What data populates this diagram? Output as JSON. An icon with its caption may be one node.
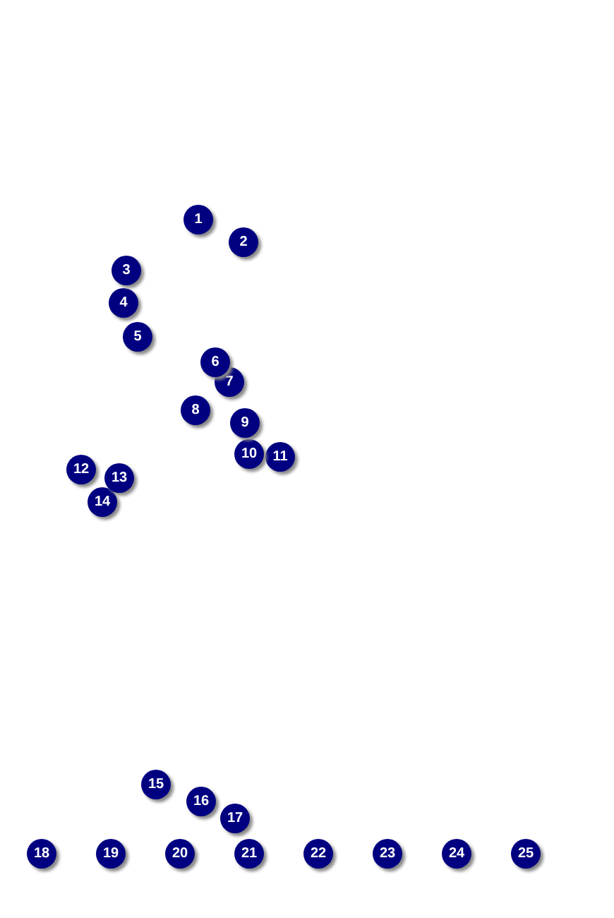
{
  "diagram": {
    "labels": [
      "1",
      "2",
      "3",
      "4",
      "5",
      "6",
      "7",
      "8",
      "9",
      "10",
      "11",
      "12",
      "13",
      "14",
      "15",
      "16",
      "17",
      "18",
      "19",
      "20",
      "21",
      "22",
      "23",
      "24",
      "25"
    ]
  }
}
